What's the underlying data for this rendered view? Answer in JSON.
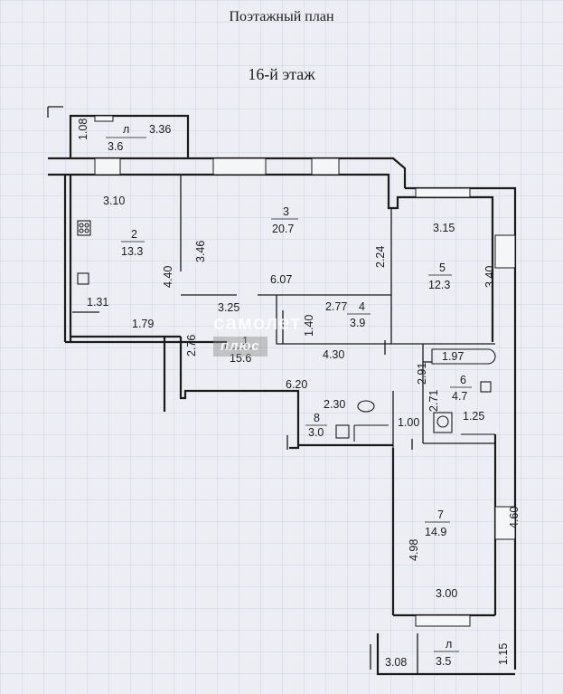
{
  "header": {
    "title": "Поэтажный план",
    "floor": "16-й этаж"
  },
  "rooms": [
    {
      "number": "1",
      "area": "15.6"
    },
    {
      "number": "2",
      "area": "13.3"
    },
    {
      "number": "3",
      "area": "20.7"
    },
    {
      "number": "4",
      "area": "3.9"
    },
    {
      "number": "5",
      "area": "12.3"
    },
    {
      "number": "6",
      "area": "4.7"
    },
    {
      "number": "7",
      "area": "14.9"
    },
    {
      "number": "8",
      "area": "3.0"
    },
    {
      "number": "л",
      "area": "3.6"
    },
    {
      "number": "л",
      "area": "3.5"
    }
  ],
  "dimensions": [
    "3.36",
    "1.08",
    "3.10",
    "3.46",
    "4.40",
    "1.31",
    "1.79",
    "6.07",
    "2.24",
    "3.15",
    "3.40",
    "3.25",
    "2.77",
    "1.40",
    "2.76",
    "4.30",
    "1.97",
    "2.91",
    "6.20",
    "2.30",
    "2.71",
    "1.00",
    "1.25",
    "4.98",
    "4.60",
    "3.00",
    "3.08",
    "1.15"
  ],
  "watermark": {
    "line1": "самолет",
    "line2": "плюс"
  }
}
